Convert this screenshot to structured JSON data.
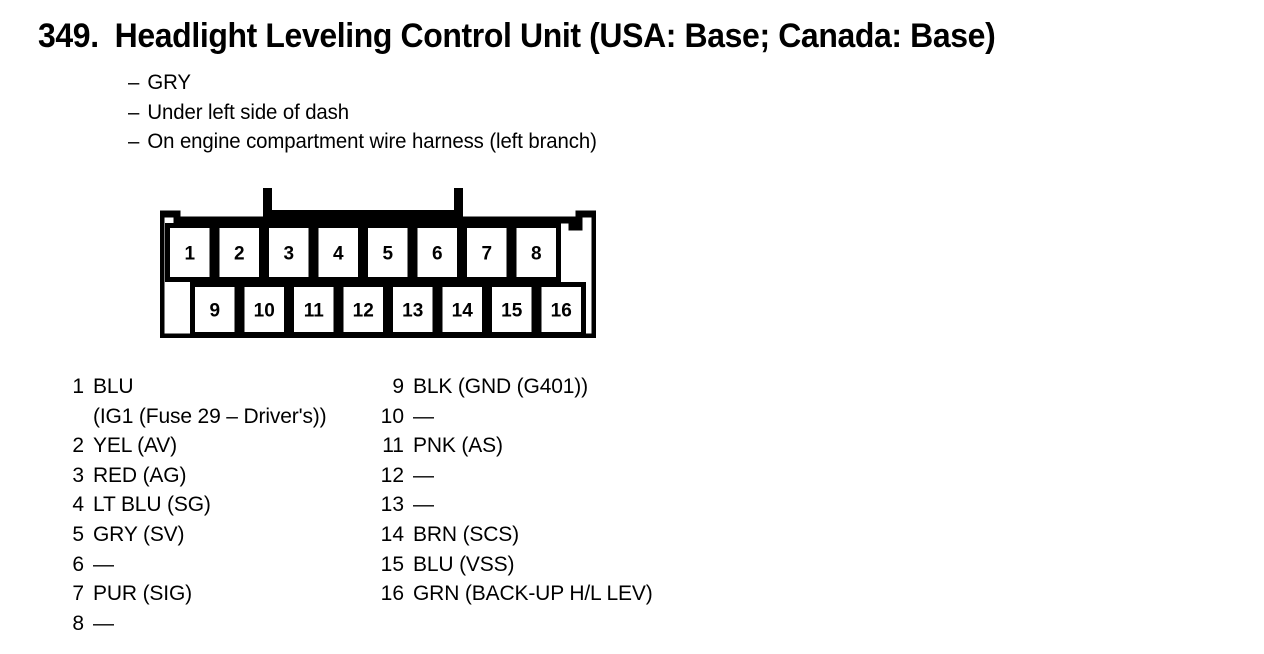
{
  "header": {
    "figure_number": "349.",
    "title": "Headlight Leveling Control Unit (USA: Base; Canada: Base)"
  },
  "notes": {
    "dash": "–",
    "items": [
      "GRY",
      "Under left side of dash",
      "On engine compartment wire harness (left branch)"
    ]
  },
  "connector": {
    "top_row_pins": [
      "1",
      "2",
      "3",
      "4",
      "5",
      "6",
      "7",
      "8"
    ],
    "bottom_row_pins": [
      "9",
      "10",
      "11",
      "12",
      "13",
      "14",
      "15",
      "16"
    ],
    "line_color": "#000000",
    "fill_color": "#ffffff"
  },
  "legend": {
    "empty_marker": "—",
    "left_column": [
      {
        "pin": "1",
        "label": "BLU",
        "sub": "(IG1 (Fuse 29 – Driver's))"
      },
      {
        "pin": "2",
        "label": "YEL (AV)"
      },
      {
        "pin": "3",
        "label": "RED (AG)"
      },
      {
        "pin": "4",
        "label": "LT BLU (SG)"
      },
      {
        "pin": "5",
        "label": "GRY (SV)"
      },
      {
        "pin": "6",
        "label": "—"
      },
      {
        "pin": "7",
        "label": "PUR (SIG)"
      },
      {
        "pin": "8",
        "label": "—"
      }
    ],
    "right_column": [
      {
        "pin": "9",
        "label": "BLK (GND (G401))"
      },
      {
        "pin": "10",
        "label": "—"
      },
      {
        "pin": "11",
        "label": "PNK (AS)"
      },
      {
        "pin": "12",
        "label": "—"
      },
      {
        "pin": "13",
        "label": "—"
      },
      {
        "pin": "14",
        "label": "BRN (SCS)"
      },
      {
        "pin": "15",
        "label": "BLU (VSS)"
      },
      {
        "pin": "16",
        "label": "GRN (BACK-UP H/L LEV)"
      }
    ]
  }
}
